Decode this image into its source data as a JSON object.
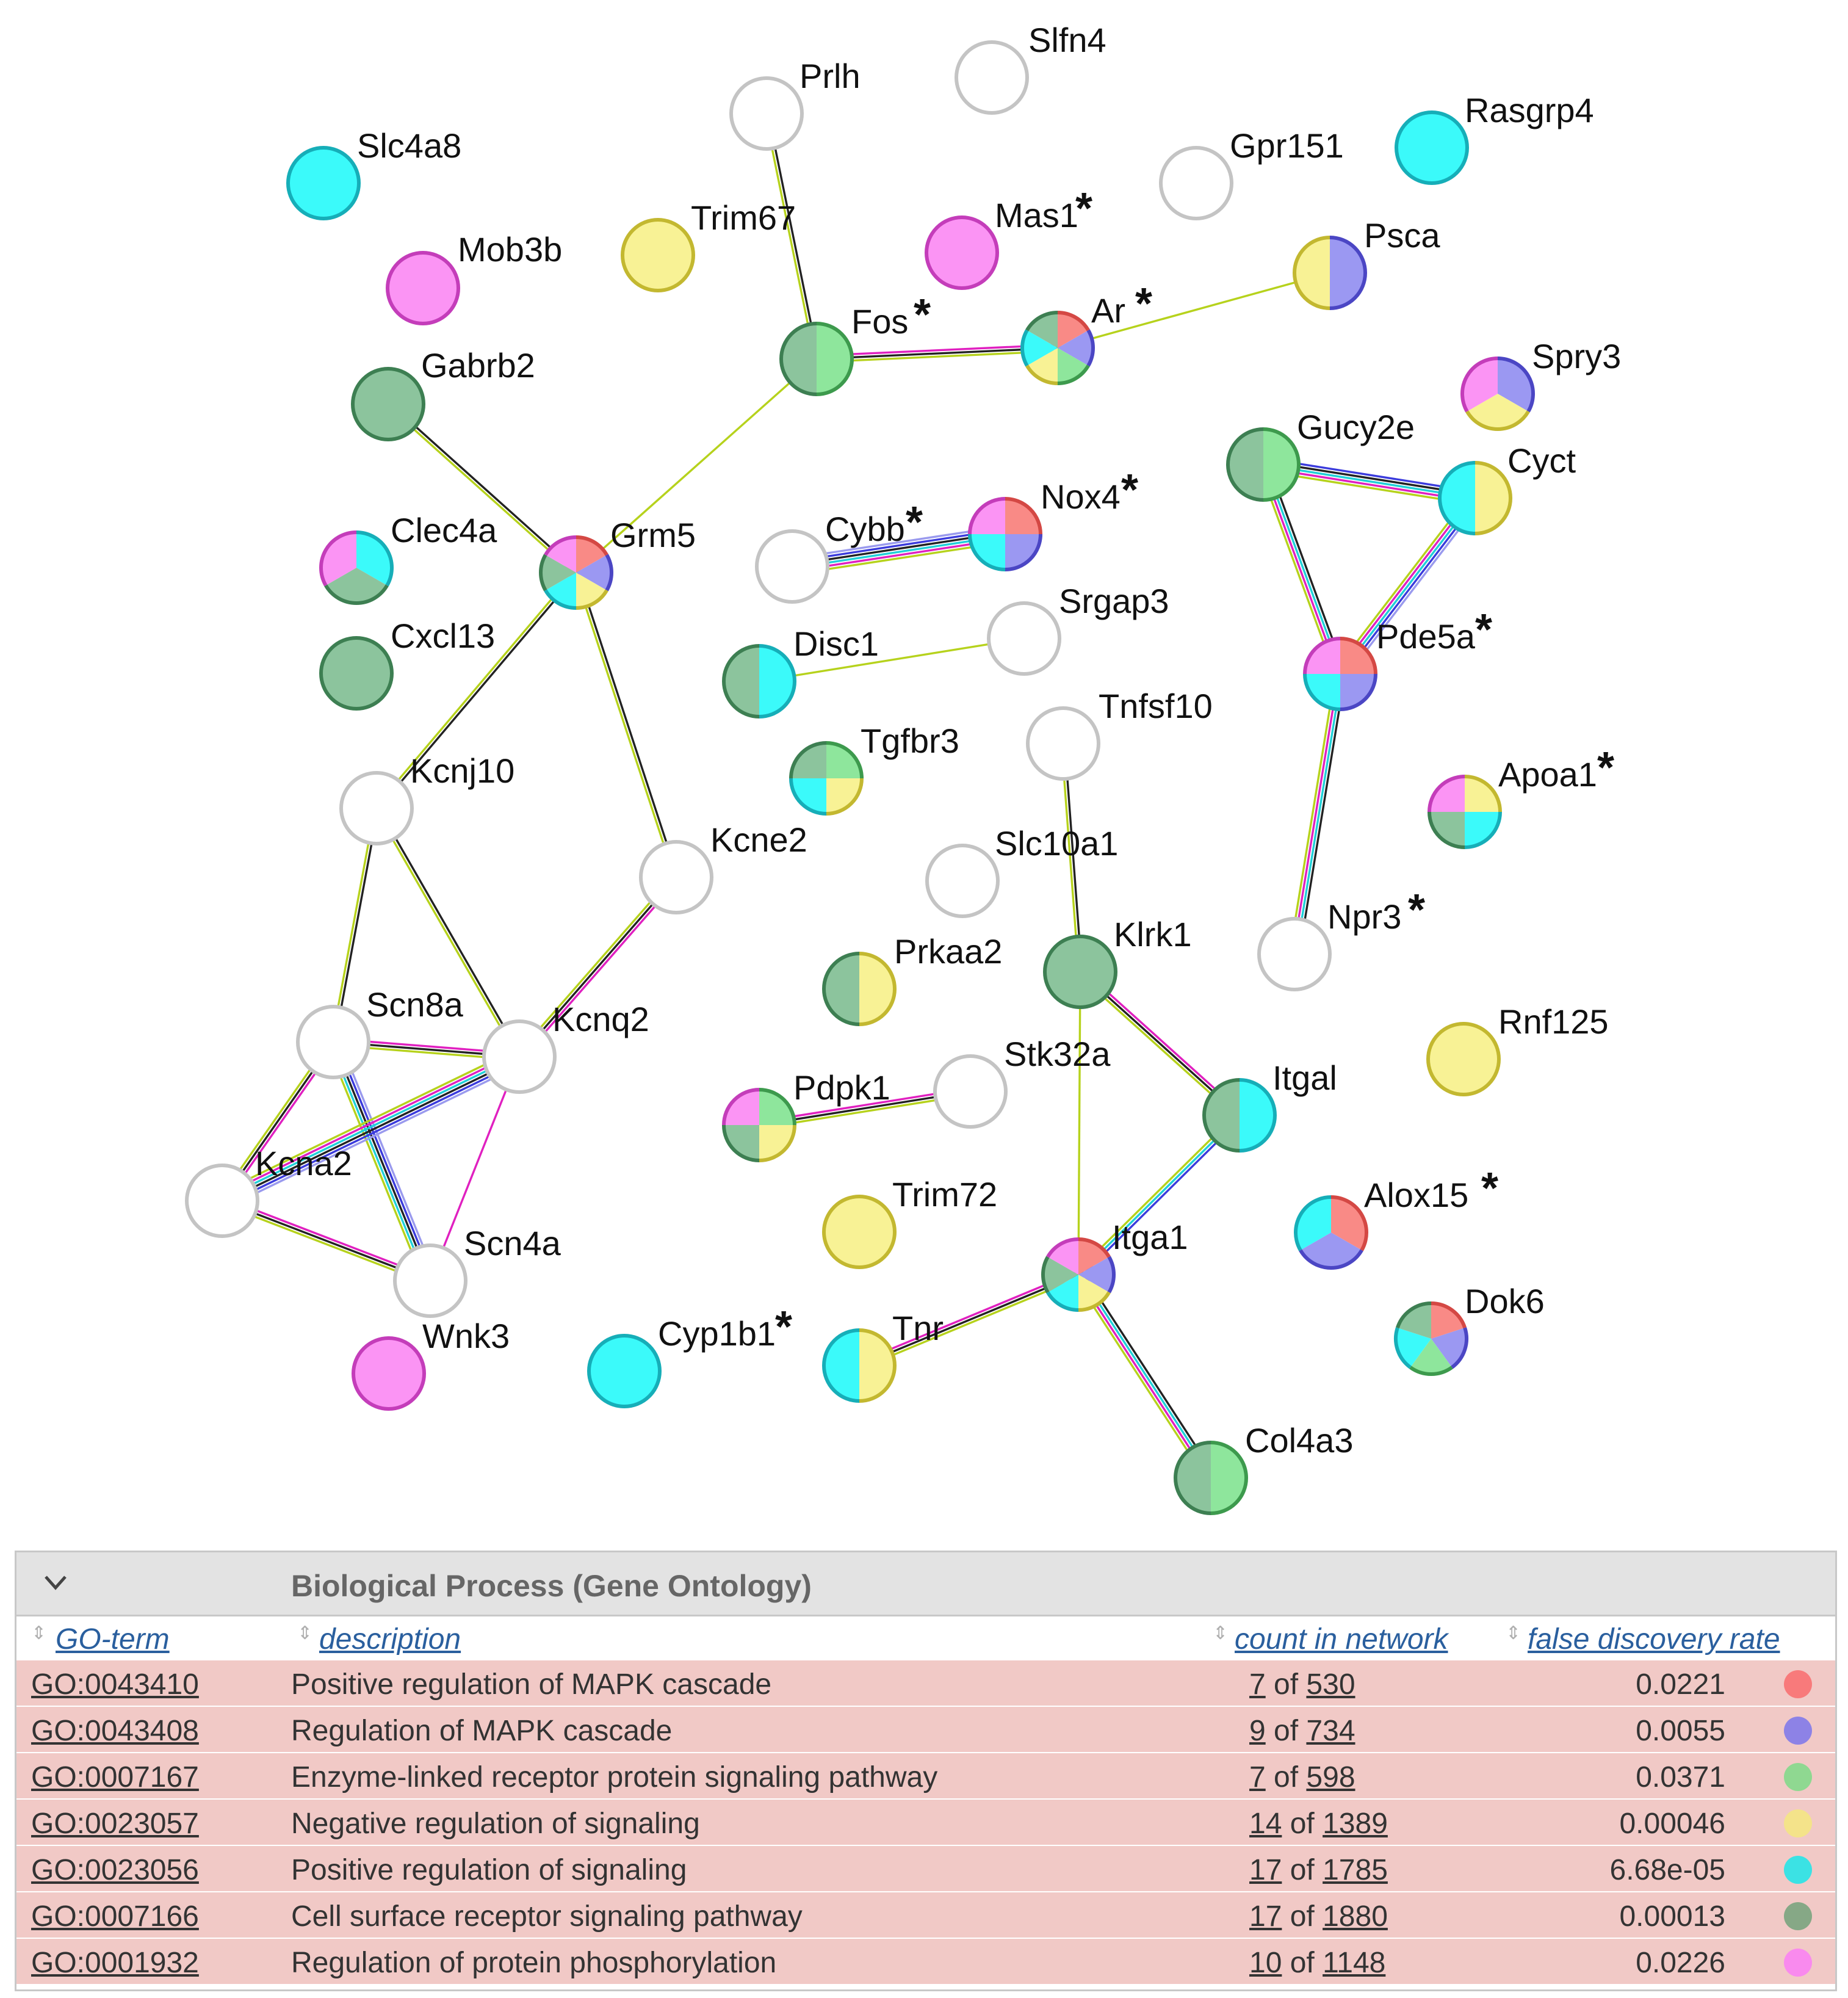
{
  "network": {
    "nodes": [
      {
        "id": "Slc4a8",
        "label": "Slc4a8",
        "colors": [
          "cyan"
        ]
      },
      {
        "id": "Mob3b",
        "label": "Mob3b",
        "colors": [
          "magenta"
        ]
      },
      {
        "id": "Gabrb2",
        "label": "Gabrb2",
        "colors": [
          "dkgreen"
        ]
      },
      {
        "id": "Clec4a",
        "label": "Clec4a",
        "colors": [
          "cyan",
          "dkgreen",
          "magenta"
        ]
      },
      {
        "id": "Cxcl13",
        "label": "Cxcl13",
        "colors": [
          "dkgreen"
        ]
      },
      {
        "id": "Prlh",
        "label": "Prlh",
        "colors": []
      },
      {
        "id": "Trim67",
        "label": "Trim67",
        "colors": [
          "yellow"
        ]
      },
      {
        "id": "Fos",
        "label": "Fos",
        "colors": [
          "green",
          "dkgreen"
        ],
        "star": true
      },
      {
        "id": "Slfn4",
        "label": "Slfn4",
        "colors": []
      },
      {
        "id": "Mas1",
        "label": "Mas1",
        "colors": [
          "magenta"
        ],
        "star": true
      },
      {
        "id": "Ar",
        "label": "Ar",
        "colors": [
          "red",
          "blue",
          "green",
          "yellow",
          "cyan",
          "dkgreen"
        ],
        "star": true
      },
      {
        "id": "Gpr151",
        "label": "Gpr151",
        "colors": []
      },
      {
        "id": "Rasgrp4",
        "label": "Rasgrp4",
        "colors": [
          "cyan"
        ]
      },
      {
        "id": "Psca",
        "label": "Psca",
        "colors": [
          "blue",
          "yellow"
        ]
      },
      {
        "id": "Spry3",
        "label": "Spry3",
        "colors": [
          "blue",
          "yellow",
          "magenta"
        ]
      },
      {
        "id": "Grm5",
        "label": "Grm5",
        "colors": [
          "red",
          "blue",
          "yellow",
          "cyan",
          "dkgreen",
          "magenta"
        ]
      },
      {
        "id": "Cybb",
        "label": "Cybb",
        "colors": [],
        "star": true
      },
      {
        "id": "Nox4",
        "label": "Nox4",
        "colors": [
          "red",
          "blue",
          "cyan",
          "magenta"
        ],
        "star": true
      },
      {
        "id": "Srgap3",
        "label": "Srgap3",
        "colors": []
      },
      {
        "id": "Disc1",
        "label": "Disc1",
        "colors": [
          "cyan",
          "dkgreen"
        ]
      },
      {
        "id": "Gucy2e",
        "label": "Gucy2e",
        "colors": [
          "green",
          "dkgreen"
        ]
      },
      {
        "id": "Cyct",
        "label": "Cyct",
        "colors": [
          "yellow",
          "cyan"
        ]
      },
      {
        "id": "Pde5a",
        "label": "Pde5a",
        "colors": [
          "red",
          "blue",
          "cyan",
          "magenta"
        ],
        "star": true
      },
      {
        "id": "Kcnj10",
        "label": "Kcnj10",
        "colors": []
      },
      {
        "id": "Tgfbr3",
        "label": "Tgfbr3",
        "colors": [
          "green",
          "yellow",
          "cyan",
          "dkgreen"
        ]
      },
      {
        "id": "Tnfsf10",
        "label": "Tnfsf10",
        "colors": []
      },
      {
        "id": "Kcne2",
        "label": "Kcne2",
        "colors": []
      },
      {
        "id": "Slc10a1",
        "label": "Slc10a1",
        "colors": []
      },
      {
        "id": "Apoa1",
        "label": "Apoa1",
        "colors": [
          "yellow",
          "cyan",
          "dkgreen",
          "magenta"
        ],
        "star": true
      },
      {
        "id": "Klrk1",
        "label": "Klrk1",
        "colors": [
          "dkgreen"
        ]
      },
      {
        "id": "Npr3",
        "label": "Npr3",
        "colors": [],
        "star": true
      },
      {
        "id": "Prkaa2",
        "label": "Prkaa2",
        "colors": [
          "yellow",
          "dkgreen"
        ]
      },
      {
        "id": "Scn8a",
        "label": "Scn8a",
        "colors": []
      },
      {
        "id": "Kcnq2",
        "label": "Kcnq2",
        "colors": []
      },
      {
        "id": "Rnf125",
        "label": "Rnf125",
        "colors": [
          "yellow"
        ]
      },
      {
        "id": "Stk32a",
        "label": "Stk32a",
        "colors": []
      },
      {
        "id": "Itgal",
        "label": "Itgal",
        "colors": [
          "cyan",
          "dkgreen"
        ]
      },
      {
        "id": "Pdpk1",
        "label": "Pdpk1",
        "colors": [
          "green",
          "yellow",
          "dkgreen",
          "magenta"
        ]
      },
      {
        "id": "Kcna2",
        "label": "Kcna2",
        "colors": []
      },
      {
        "id": "Trim72",
        "label": "Trim72",
        "colors": [
          "yellow"
        ]
      },
      {
        "id": "Alox15",
        "label": "Alox15",
        "colors": [
          "red",
          "blue",
          "cyan"
        ],
        "star": true
      },
      {
        "id": "Scn4a",
        "label": "Scn4a",
        "colors": []
      },
      {
        "id": "Itga1",
        "label": "Itga1",
        "colors": [
          "red",
          "blue",
          "yellow",
          "cyan",
          "dkgreen",
          "magenta"
        ]
      },
      {
        "id": "Dok6",
        "label": "Dok6",
        "colors": [
          "red",
          "blue",
          "green",
          "cyan",
          "dkgreen"
        ]
      },
      {
        "id": "Wnk3",
        "label": "Wnk3",
        "colors": [
          "magenta"
        ]
      },
      {
        "id": "Cyp1b1",
        "label": "Cyp1b1",
        "colors": [
          "cyan"
        ],
        "star": true
      },
      {
        "id": "Tnr",
        "label": "Tnr",
        "colors": [
          "yellow",
          "cyan"
        ]
      },
      {
        "id": "Col4a3",
        "label": "Col4a3",
        "colors": [
          "green",
          "dkgreen"
        ]
      }
    ],
    "edges": [
      {
        "a": "Prlh",
        "b": "Fos",
        "colors": [
          "#222222",
          "#b6d21c"
        ]
      },
      {
        "a": "Fos",
        "b": "Ar",
        "colors": [
          "#e020c0",
          "#222222",
          "#b6d21c"
        ]
      },
      {
        "a": "Ar",
        "b": "Psca",
        "colors": [
          "#b6d21c"
        ]
      },
      {
        "a": "Fos",
        "b": "Grm5",
        "colors": [
          "#b6d21c"
        ]
      },
      {
        "a": "Gabrb2",
        "b": "Grm5",
        "colors": [
          "#222222",
          "#b6d21c"
        ]
      },
      {
        "a": "Grm5",
        "b": "Kcnj10",
        "colors": [
          "#222222",
          "#b6d21c"
        ]
      },
      {
        "a": "Grm5",
        "b": "Kcne2",
        "colors": [
          "#222222",
          "#b6d21c"
        ]
      },
      {
        "a": "Kcne2",
        "b": "Kcnq2",
        "colors": [
          "#e020c0",
          "#222222",
          "#b6d21c"
        ]
      },
      {
        "a": "Kcnj10",
        "b": "Scn8a",
        "colors": [
          "#222222",
          "#b6d21c"
        ]
      },
      {
        "a": "Kcnj10",
        "b": "Kcnq2",
        "colors": [
          "#222222",
          "#b6d21c"
        ]
      },
      {
        "a": "Scn8a",
        "b": "Kcnq2",
        "colors": [
          "#e020c0",
          "#222222",
          "#b6d21c"
        ]
      },
      {
        "a": "Scn8a",
        "b": "Kcna2",
        "colors": [
          "#e020c0",
          "#222222",
          "#b6d21c"
        ]
      },
      {
        "a": "Scn8a",
        "b": "Scn4a",
        "colors": [
          "#9a9aee",
          "#3b3bdc",
          "#222222",
          "#20d0d8",
          "#b6d21c"
        ]
      },
      {
        "a": "Kcnq2",
        "b": "Kcna2",
        "colors": [
          "#9a9aee",
          "#3b3bdc",
          "#222222",
          "#20d0d8",
          "#e020c0",
          "#b6d21c"
        ]
      },
      {
        "a": "Kcnq2",
        "b": "Scn4a",
        "colors": [
          "#e020c0"
        ]
      },
      {
        "a": "Kcna2",
        "b": "Scn4a",
        "colors": [
          "#e020c0",
          "#222222",
          "#b6d21c"
        ]
      },
      {
        "a": "Cybb",
        "b": "Nox4",
        "colors": [
          "#9a9aee",
          "#3b3bdc",
          "#222222",
          "#20d0d8",
          "#e020c0",
          "#b6d21c"
        ]
      },
      {
        "a": "Disc1",
        "b": "Srgap3",
        "colors": [
          "#b6d21c"
        ]
      },
      {
        "a": "Gucy2e",
        "b": "Cyct",
        "colors": [
          "#3b3bdc",
          "#222222",
          "#20d0d8",
          "#e020c0",
          "#b6d21c"
        ]
      },
      {
        "a": "Gucy2e",
        "b": "Pde5a",
        "colors": [
          "#222222",
          "#20d0d8",
          "#e020c0",
          "#b6d21c"
        ]
      },
      {
        "a": "Cyct",
        "b": "Pde5a",
        "colors": [
          "#9a9aee",
          "#3b3bdc",
          "#20d0d8",
          "#e020c0",
          "#b6d21c"
        ]
      },
      {
        "a": "Pde5a",
        "b": "Npr3",
        "colors": [
          "#222222",
          "#20d0d8",
          "#e020c0",
          "#b6d21c"
        ]
      },
      {
        "a": "Tnfsf10",
        "b": "Klrk1",
        "colors": [
          "#222222",
          "#b6d21c"
        ]
      },
      {
        "a": "Klrk1",
        "b": "Itgal",
        "colors": [
          "#e020c0",
          "#222222",
          "#b6d21c"
        ]
      },
      {
        "a": "Klrk1",
        "b": "Itga1",
        "colors": [
          "#b6d21c"
        ]
      },
      {
        "a": "Itgal",
        "b": "Itga1",
        "colors": [
          "#3b3bdc",
          "#20d0d8",
          "#b6d21c"
        ]
      },
      {
        "a": "Pdpk1",
        "b": "Stk32a",
        "colors": [
          "#e020c0",
          "#222222",
          "#b6d21c"
        ]
      },
      {
        "a": "Tnr",
        "b": "Itga1",
        "colors": [
          "#e020c0",
          "#222222",
          "#b6d21c"
        ]
      },
      {
        "a": "Itga1",
        "b": "Col4a3",
        "colors": [
          "#222222",
          "#20d0d8",
          "#e020c0",
          "#b6d21c"
        ]
      }
    ],
    "palette": {
      "red": {
        "fill": "#f98a86",
        "stroke": "#d44844"
      },
      "blue": {
        "fill": "#9b98f2",
        "stroke": "#4b46c4"
      },
      "green": {
        "fill": "#8ee69c",
        "stroke": "#3d9a4d"
      },
      "yellow": {
        "fill": "#f8f295",
        "stroke": "#c3b830"
      },
      "cyan": {
        "fill": "#3bfafa",
        "stroke": "#16aeb8"
      },
      "dkgreen": {
        "fill": "#8cc49d",
        "stroke": "#3d7f52"
      },
      "magenta": {
        "fill": "#fb94f4",
        "stroke": "#c43dba"
      },
      "none": {
        "fill": "#ffffff",
        "stroke": "#c4c4c4"
      }
    }
  },
  "go_panel": {
    "title": "Biological Process (Gene Ontology)",
    "columns": [
      "GO-term",
      "description",
      "count in network",
      "false discovery rate"
    ],
    "rows": [
      {
        "term": "GO:0043410",
        "description": "Positive regulation of MAPK cascade",
        "count": "7",
        "of": "of",
        "total": "530",
        "fdr": "0.0221",
        "color": "#f87a7b"
      },
      {
        "term": "GO:0043408",
        "description": "Regulation of MAPK cascade",
        "count": "9",
        "of": "of",
        "total": "734",
        "fdr": "0.0055",
        "color": "#8d82e6"
      },
      {
        "term": "GO:0007167",
        "description": "Enzyme-linked receptor protein signaling pathway",
        "count": "7",
        "of": "of",
        "total": "598",
        "fdr": "0.0371",
        "color": "#8fd891"
      },
      {
        "term": "GO:0023057",
        "description": "Negative regulation of signaling",
        "count": "14",
        "of": "of",
        "total": "1389",
        "fdr": "0.00046",
        "color": "#f4e38a"
      },
      {
        "term": "GO:0023056",
        "description": "Positive regulation of signaling",
        "count": "17",
        "of": "of",
        "total": "1785",
        "fdr": "6.68e-05",
        "color": "#3be2e4"
      },
      {
        "term": "GO:0007166",
        "description": "Cell surface receptor signaling pathway",
        "count": "17",
        "of": "of",
        "total": "1880",
        "fdr": "0.00013",
        "color": "#86a886"
      },
      {
        "term": "GO:0001932",
        "description": "Regulation of protein phosphorylation",
        "count": "10",
        "of": "of",
        "total": "1148",
        "fdr": "0.0226",
        "color": "#f98aee"
      }
    ]
  }
}
